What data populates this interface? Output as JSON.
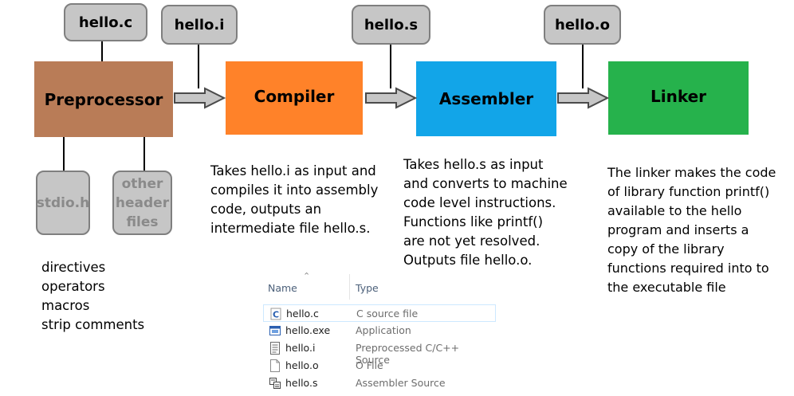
{
  "inputs": {
    "hello_c": "hello.c",
    "hello_i": "hello.i",
    "hello_s": "hello.s",
    "hello_o": "hello.o",
    "stdio_h": "stdio.h",
    "other_headers": "other header files"
  },
  "stages": {
    "preprocessor": "Preprocessor",
    "compiler": "Compiler",
    "assembler": "Assembler",
    "linker": "Linker"
  },
  "colors": {
    "preprocessor": "#b97c57",
    "compiler": "#ff8229",
    "assembler": "#12a5e8",
    "linker": "#26b24c",
    "tag_fill": "#c6c6c6",
    "arrow_fill": "#c6c6c6"
  },
  "descriptions": {
    "compiler": [
      "Takes hello.i as input and",
      "compiles it into assembly",
      "code, outputs an",
      "intermediate file hello.s."
    ],
    "assembler": [
      "Takes hello.s as input",
      "and converts to machine",
      "code level instructions.",
      "Functions like printf()",
      "are not yet resolved.",
      "Outputs file hello.o."
    ],
    "linker": [
      "The linker makes the code",
      "of library function printf()",
      "available to the hello",
      "program and inserts a",
      "copy of the library",
      "functions required into to",
      "the executable file"
    ]
  },
  "preprocessor_notes": [
    "directives",
    "operators",
    "macros",
    "strip comments"
  ],
  "explorer": {
    "col_name": "Name",
    "col_type": "Type",
    "files": [
      {
        "name": "hello.c",
        "type": "C source file",
        "icon": "c-source-icon"
      },
      {
        "name": "hello.exe",
        "type": "Application",
        "icon": "application-icon"
      },
      {
        "name": "hello.i",
        "type": "Preprocessed C/C++ Source",
        "icon": "text-document-icon"
      },
      {
        "name": "hello.o",
        "type": "O File",
        "icon": "blank-file-icon"
      },
      {
        "name": "hello.s",
        "type": "Assembler Source",
        "icon": "assembler-source-icon"
      }
    ]
  }
}
